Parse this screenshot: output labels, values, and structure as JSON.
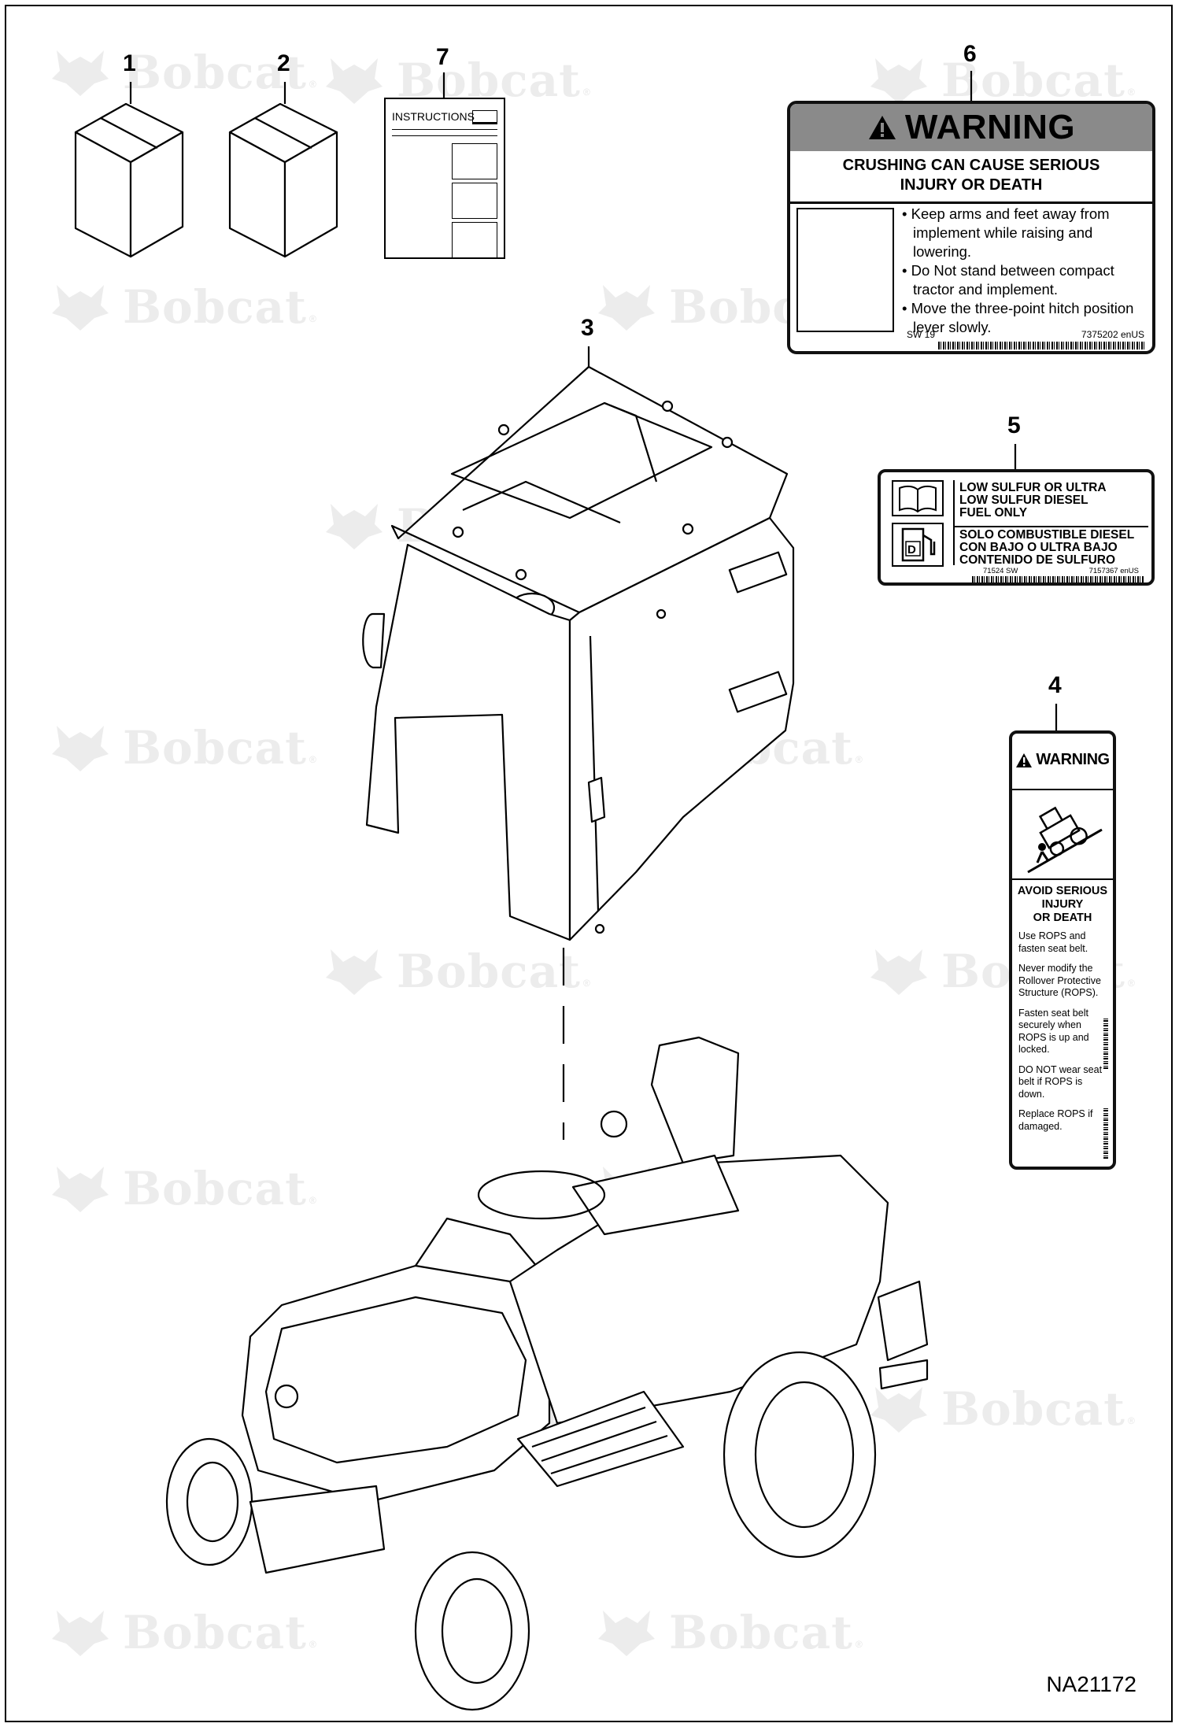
{
  "watermark": {
    "text": "Bobcat",
    "reg": "®"
  },
  "callouts": [
    "1",
    "2",
    "3",
    "4",
    "5",
    "6",
    "7"
  ],
  "booklet": {
    "title": "INSTRUCTIONS"
  },
  "decal6": {
    "header": "WARNING",
    "message_line1": "CRUSHING CAN CAUSE SERIOUS",
    "message_line2": "INJURY OR DEATH",
    "bullets": [
      "• Keep arms and feet away from implement while raising and lowering.",
      "• Do Not stand between compact tractor and implement.",
      "• Move the three-point hitch position lever slowly."
    ],
    "code_left": "SW 19",
    "code_right": "7375202 enUS"
  },
  "decal5": {
    "line1": "LOW SULFUR OR ULTRA",
    "line2": "LOW SULFUR DIESEL",
    "line3": "FUEL ONLY",
    "line4": "SOLO COMBUSTIBLE DIESEL",
    "line5": "CON BAJO O ULTRA BAJO",
    "line6": "CONTENIDO DE SULFURO",
    "fuel_letter": "D",
    "code_left": "71524 SW",
    "code_right": "7157367 enUS"
  },
  "decal4": {
    "header": "WARNING",
    "avoid1": "AVOID SERIOUS",
    "avoid2": "INJURY",
    "avoid3": "OR DEATH",
    "p1": "Use ROPS and fasten seat belt.",
    "p2": "Never modify the Rollover Protective Structure (ROPS).",
    "p3": "Fasten seat belt securely when ROPS is up and locked.",
    "p4": "DO NOT wear seat belt if ROPS is down.",
    "p5": "Replace ROPS if damaged."
  },
  "drawing_id": "NA21172"
}
